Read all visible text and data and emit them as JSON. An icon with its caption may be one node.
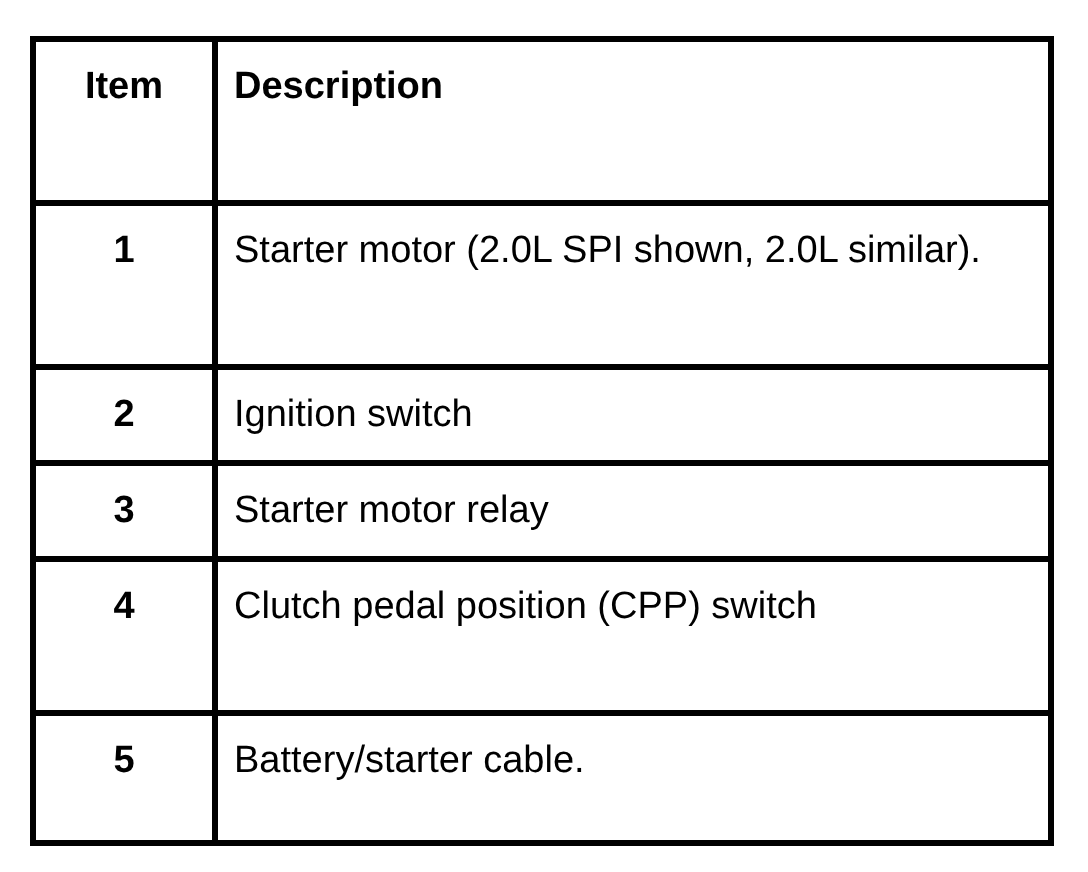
{
  "diagram": {
    "labels": [
      "Item",
      "Description",
      "1",
      "Starter motor (2.0L SPI shown, 2.0L similar).",
      "2",
      "Ignition switch",
      "3",
      "Starter motor relay",
      "4",
      "Clutch pedal position (CPP) switch",
      "5",
      "Battery/starter cable."
    ]
  }
}
